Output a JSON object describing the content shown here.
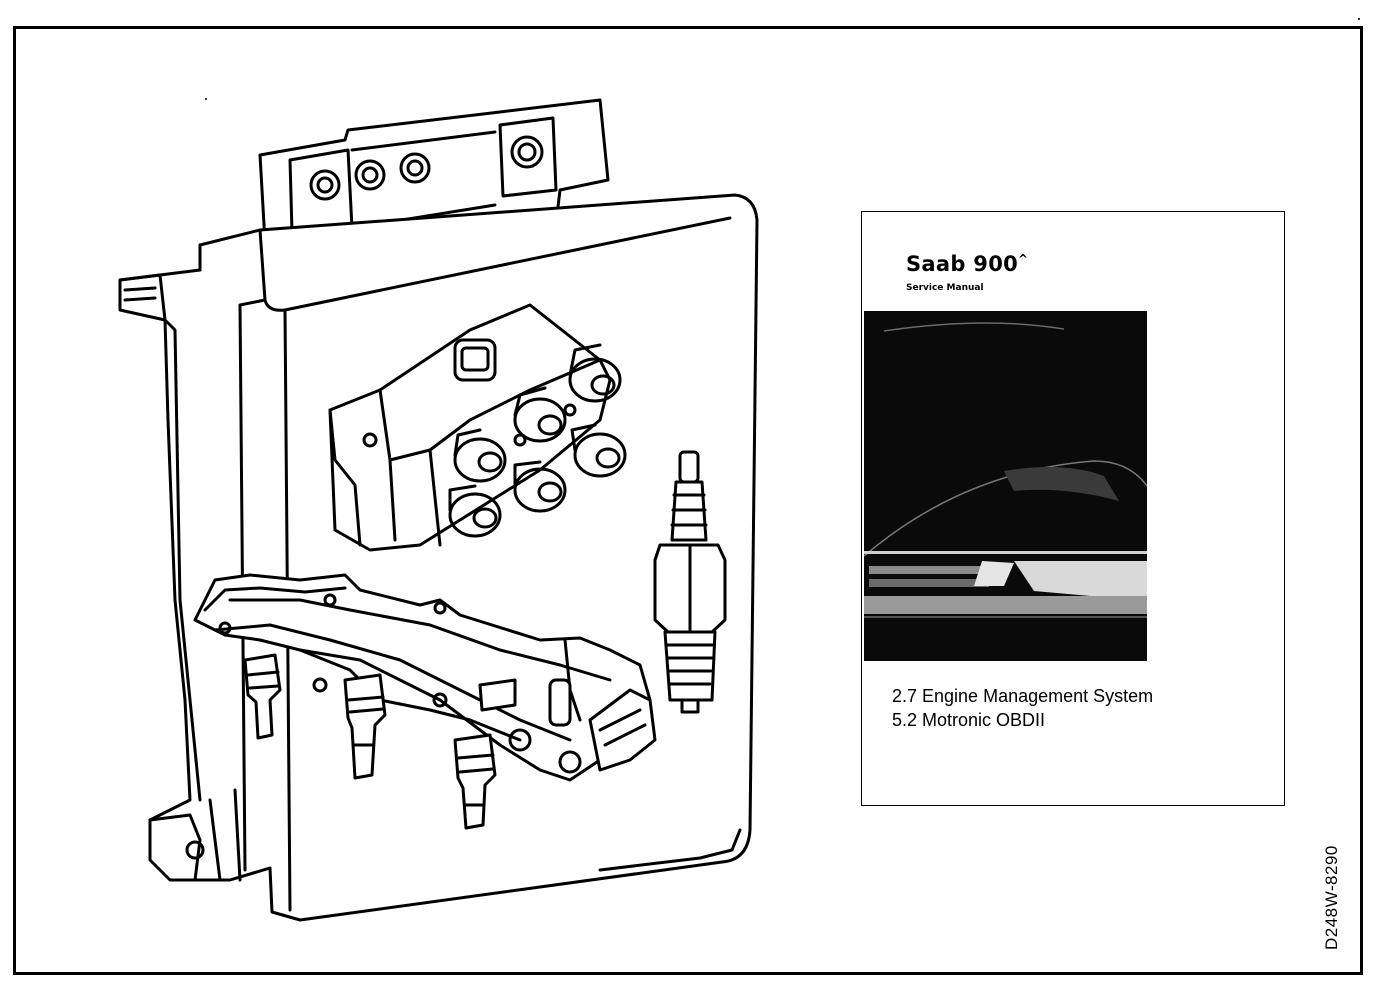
{
  "manual": {
    "title": "Saab 900",
    "title_mark": "^",
    "subtitle": "Service Manual",
    "line1": "2.7 Engine Management System",
    "line2": "5.2 Motronic OBDII"
  },
  "figure_code": "D248W-8290",
  "colors": {
    "ink": "#000000",
    "paper": "#ffffff",
    "cover_dark": "#0a0a0a"
  },
  "icons": [
    "ecu-unit-illustration",
    "ignition-coil-illustration",
    "fuel-rail-injectors-illustration",
    "spark-plug-illustration"
  ]
}
